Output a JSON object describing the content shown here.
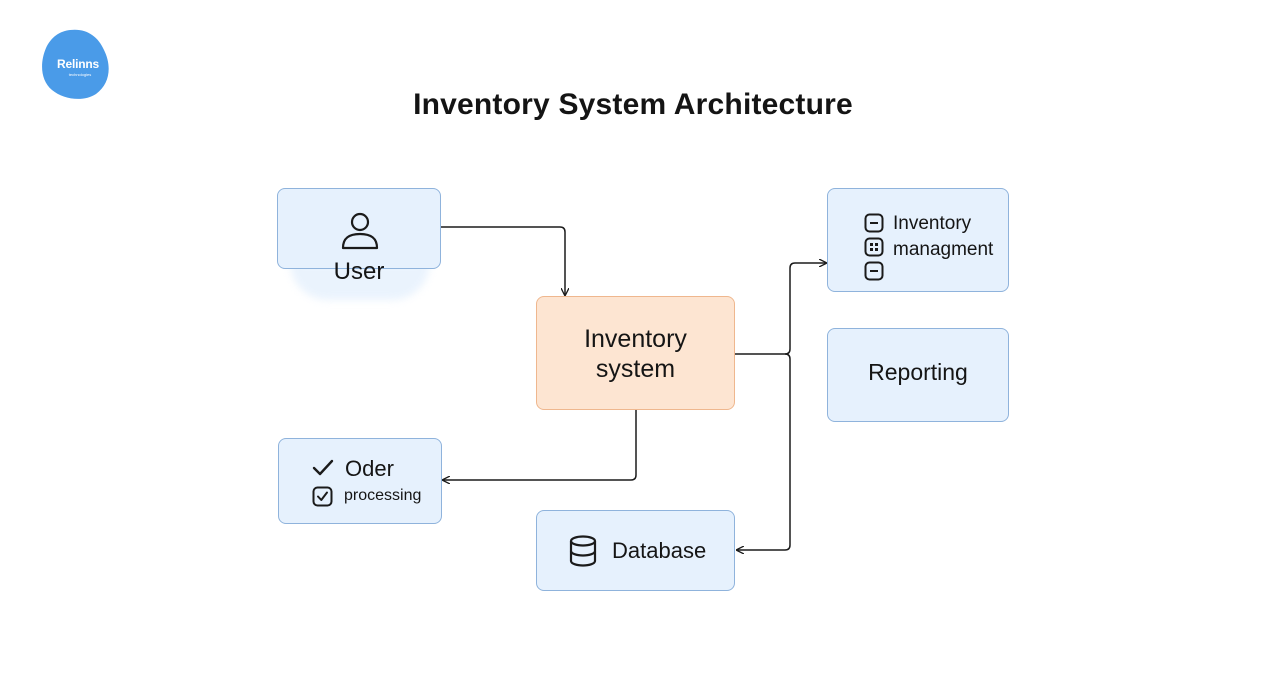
{
  "logo": {
    "text": "Relinns",
    "subtext": "technologies",
    "color": "#4a9be8"
  },
  "title": "Inventory System Architecture",
  "nodes": {
    "user": {
      "label": "User",
      "icon": "person-icon"
    },
    "inventory_system": {
      "line1": "Inventory",
      "line2": "system"
    },
    "inventory_management": {
      "line1": "Inventory",
      "line2": "managment",
      "icons": [
        "minus-box-icon",
        "grid-box-icon",
        "minus-box-icon"
      ]
    },
    "reporting": {
      "label": "Reporting"
    },
    "order_processing": {
      "line1": "Oder",
      "line2": "processing",
      "icons": [
        "check-icon",
        "checkbox-icon"
      ]
    },
    "database": {
      "label": "Database",
      "icon": "database-icon"
    }
  },
  "colors": {
    "node_fill": "#e6f1fd",
    "node_border": "#8fb3dc",
    "core_fill": "#fde5d2",
    "core_border": "#efb78e",
    "connector": "#1b1b1b"
  }
}
